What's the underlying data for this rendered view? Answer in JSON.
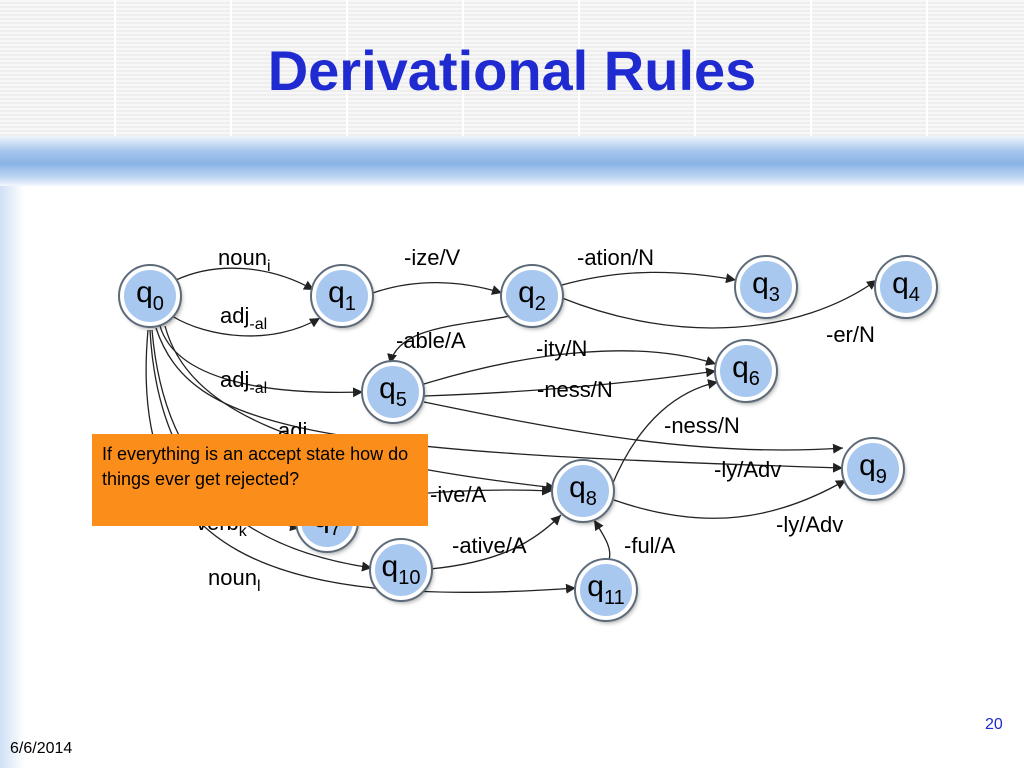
{
  "slide": {
    "title": "Derivational Rules",
    "date": "6/6/2014",
    "page_number": "20",
    "callout": "If everything is an accept state how do things ever get rejected?",
    "colors": {
      "title": "#1f2bd0",
      "state_fill": "#a9c8f0",
      "callout": "#fb8e1a"
    }
  },
  "diagram": {
    "states": [
      {
        "id": "q0",
        "label": "q",
        "sub": "0"
      },
      {
        "id": "q1",
        "label": "q",
        "sub": "1"
      },
      {
        "id": "q2",
        "label": "q",
        "sub": "2"
      },
      {
        "id": "q3",
        "label": "q",
        "sub": "3"
      },
      {
        "id": "q4",
        "label": "q",
        "sub": "4"
      },
      {
        "id": "q5",
        "label": "q",
        "sub": "5"
      },
      {
        "id": "q6",
        "label": "q",
        "sub": "6"
      },
      {
        "id": "q7",
        "label": "q",
        "sub": "7"
      },
      {
        "id": "q8",
        "label": "q",
        "sub": "8"
      },
      {
        "id": "q9",
        "label": "q",
        "sub": "9"
      },
      {
        "id": "q10",
        "label": "q",
        "sub": "10"
      },
      {
        "id": "q11",
        "label": "q",
        "sub": "11"
      }
    ],
    "edges": [
      {
        "from": "q0",
        "to": "q1",
        "label": "noun",
        "sub": "i"
      },
      {
        "from": "q0",
        "to": "q1",
        "label": "adj",
        "sub": "-al"
      },
      {
        "from": "q1",
        "to": "q2",
        "label": "-ize/V",
        "sub": ""
      },
      {
        "from": "q2",
        "to": "q3",
        "label": "-ation/N",
        "sub": ""
      },
      {
        "from": "q2",
        "to": "q4",
        "label": "-er/N",
        "sub": ""
      },
      {
        "from": "q2",
        "to": "q5",
        "label": "-able/A",
        "sub": ""
      },
      {
        "from": "q0",
        "to": "q5",
        "label": "adj",
        "sub": "-al"
      },
      {
        "from": "q5",
        "to": "q6",
        "label": "-ity/N",
        "sub": ""
      },
      {
        "from": "q5",
        "to": "q6",
        "label": "-ness/N",
        "sub": ""
      },
      {
        "from": "q5",
        "to": "q9",
        "label": "",
        "sub": ""
      },
      {
        "from": "q0",
        "to": "q8",
        "label": "adj",
        "sub": ""
      },
      {
        "from": "q7",
        "to": "q8",
        "label": "-ive/A",
        "sub": ""
      },
      {
        "from": "q8",
        "to": "q6",
        "label": "-ness/N",
        "sub": ""
      },
      {
        "from": "q0",
        "to": "q9",
        "label": "-ly/Adv",
        "sub": ""
      },
      {
        "from": "q8",
        "to": "q9",
        "label": "-ly/Adv",
        "sub": ""
      },
      {
        "from": "q0",
        "to": "q7",
        "label": "verb",
        "sub": "k"
      },
      {
        "from": "q10",
        "to": "q8",
        "label": "-ative/A",
        "sub": ""
      },
      {
        "from": "q11",
        "to": "q8",
        "label": "-ful/A",
        "sub": ""
      },
      {
        "from": "q0",
        "to": "q10",
        "label": "",
        "sub": ""
      },
      {
        "from": "q0",
        "to": "q11",
        "label": "noun",
        "sub": "l"
      }
    ]
  }
}
